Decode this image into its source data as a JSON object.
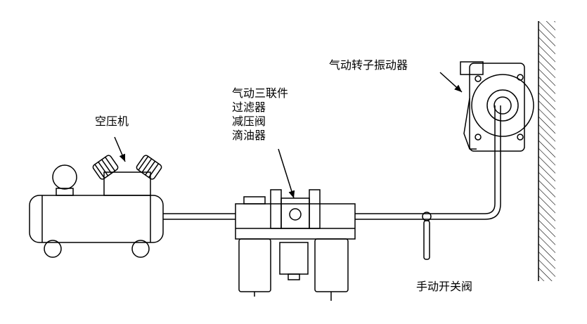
{
  "labels": {
    "compressor": "空压机",
    "frl_title": "气动三联件",
    "frl_filter": "过滤器",
    "frl_regulator": "减压阀",
    "frl_lubricator": "滴油器",
    "vibrator": "气动转子振动器",
    "valve": "手动开关阀"
  },
  "colors": {
    "line": "#000000",
    "background": "#ffffff"
  }
}
